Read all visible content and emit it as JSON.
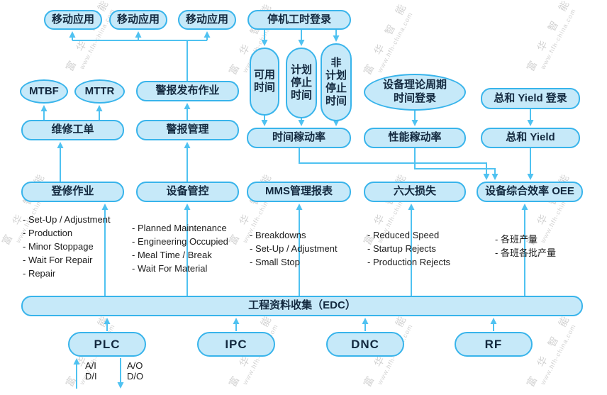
{
  "watermark": {
    "line1": "富 华 智 能",
    "line2": "www.hfh-china.com"
  },
  "nodes": {
    "mobile_app": "移动应用",
    "downtime_login": "停机工时登录",
    "available_time": "可用\n时间",
    "planned_stop_time": "计划\n停止\n时间",
    "unplanned_stop_time": "非\n计划\n停止\n时间",
    "cycle_time_login": "设备理论周期\n时间登录",
    "total_yield_login": "总和 Yield 登录",
    "mtbf": "MTBF",
    "mttr": "MTTR",
    "alarm_publish": "警报发布作业",
    "repair_workorder": "维修工单",
    "alarm_mgmt": "警报管理",
    "time_rate": "时间稼动率",
    "performance_rate": "性能稼动率",
    "total_yield": "总和 Yield",
    "repair_job": "登修作业",
    "equipment_control": "设备管控",
    "mms_report": "MMS管理报表",
    "six_losses": "六大损失",
    "oee": "设备综合效率 OEE",
    "edc": "工程资料收集（EDC）",
    "plc": "PLC",
    "ipc": "IPC",
    "dnc": "DNC",
    "rf": "RF"
  },
  "io": {
    "input": "A/I\nD/I",
    "output": "A/O\nD/O"
  },
  "lists": {
    "repair_job": [
      "- Set-Up / Adjustment",
      "- Production",
      "- Minor Stoppage",
      "- Wait For Repair",
      "- Repair"
    ],
    "equipment_control": [
      "- Planned Maintenance",
      "- Engineering Occupied",
      "- Meal Time / Break",
      "- Wait For Material"
    ],
    "mms_report": [
      "- Breakdowns",
      "- Set-Up / Adjustment",
      "- Small Stop"
    ],
    "six_losses": [
      "- Reduced Speed",
      "- Startup Rejects",
      "- Production Rejects"
    ],
    "oee": [
      "- 各班产量",
      "- 各班各批产量"
    ]
  },
  "colors": {
    "fill": "#c6e9f9",
    "border": "#38b4eb",
    "arrow": "#4fc2f1",
    "text": "#13293f"
  }
}
